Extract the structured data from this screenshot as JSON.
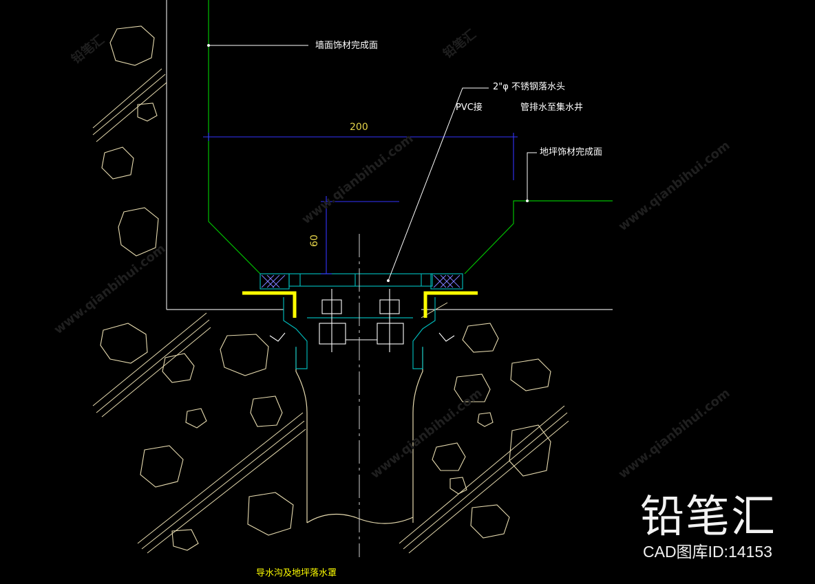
{
  "labels": {
    "wall_finish": "墙面饰材完成面",
    "drain_head": "2\"φ  不锈钢落水头",
    "pvc_pipe_a": "PVC接",
    "pvc_pipe_b": "管排水至集水井",
    "floor_finish": "地坪饰材完成面",
    "dim_width": "200",
    "dim_depth": "60",
    "title": "导水沟及地坪落水罩"
  },
  "brand": {
    "name": "铅笔汇",
    "drawing_id": "CAD图库ID:14153"
  },
  "watermark": {
    "text_cn": "铅笔汇",
    "text_url": "www.qianbihui.com"
  },
  "colors": {
    "background": "#000000",
    "wall_line": "#00c000",
    "dimension": "#3333ff",
    "dim_text": "#e6d54a",
    "hatch": "#e8dcb0",
    "steel": "#ffff00",
    "fitting": "#00b4b4",
    "leader": "#ffffff"
  }
}
